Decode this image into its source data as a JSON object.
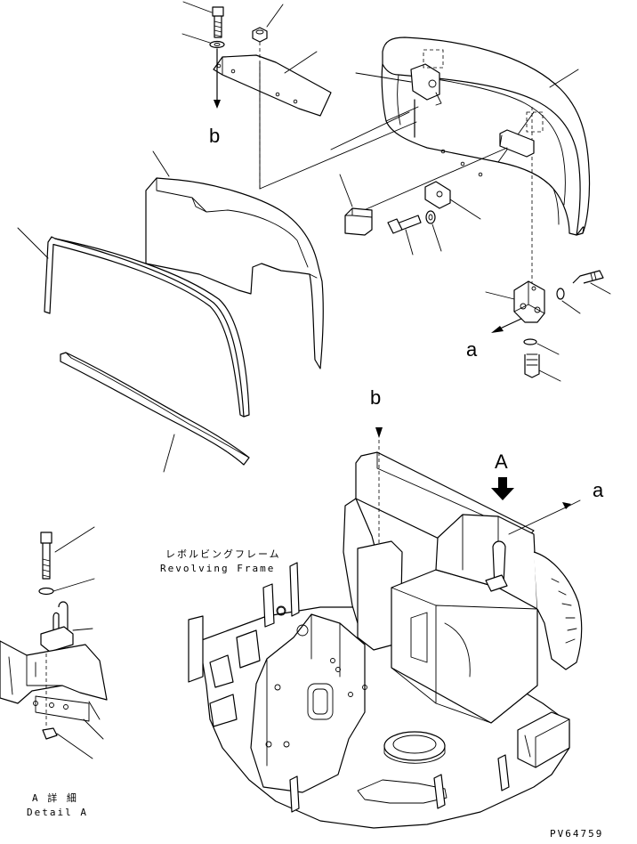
{
  "labels": {
    "b_top": "b",
    "b_mid": "b",
    "a_left": "a",
    "a_right": "a",
    "view_A": "A",
    "frame_jp": "レボルビングフレーム",
    "frame_en": "Revolving Frame",
    "detail_jp": "A 詳 細",
    "detail_en": "Detail A",
    "drawing_no": "PV64759"
  }
}
